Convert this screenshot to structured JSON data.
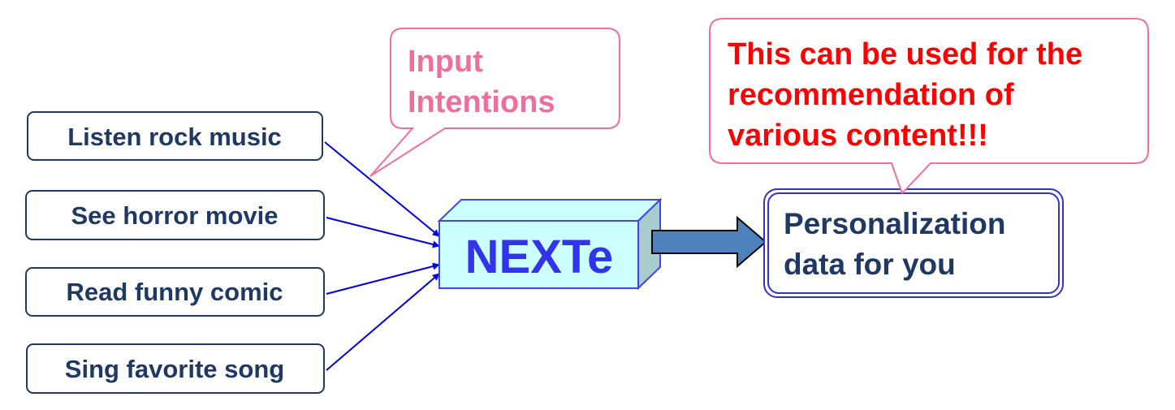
{
  "inputs": [
    {
      "label": "Listen rock music"
    },
    {
      "label": "See horror movie"
    },
    {
      "label": "Read funny comic"
    },
    {
      "label": "Sing favorite song"
    }
  ],
  "callout_input": {
    "lines": [
      "Input",
      "Intentions"
    ]
  },
  "engine": {
    "label": "NEXTe"
  },
  "output": {
    "lines": [
      "Personalization",
      "data for you"
    ]
  },
  "callout_recommend": {
    "lines": [
      "This can be used for the",
      "recommendation of",
      "various content!!!"
    ]
  },
  "colors": {
    "input_border": "#1f3864",
    "input_text": "#1f3864",
    "connector": "#0000dd",
    "callout_pink_border": "#f06fa0",
    "callout_pink_text": "#ef6f9c",
    "callout_red_text": "#ff0000",
    "engine_fill": "#ccffff",
    "engine_side": "#a6cccc",
    "engine_border": "#4444ee",
    "engine_text": "#3333ee",
    "arrow_fill": "#4f81bd",
    "output_border": "#3333cc",
    "output_text": "#1f3864"
  }
}
